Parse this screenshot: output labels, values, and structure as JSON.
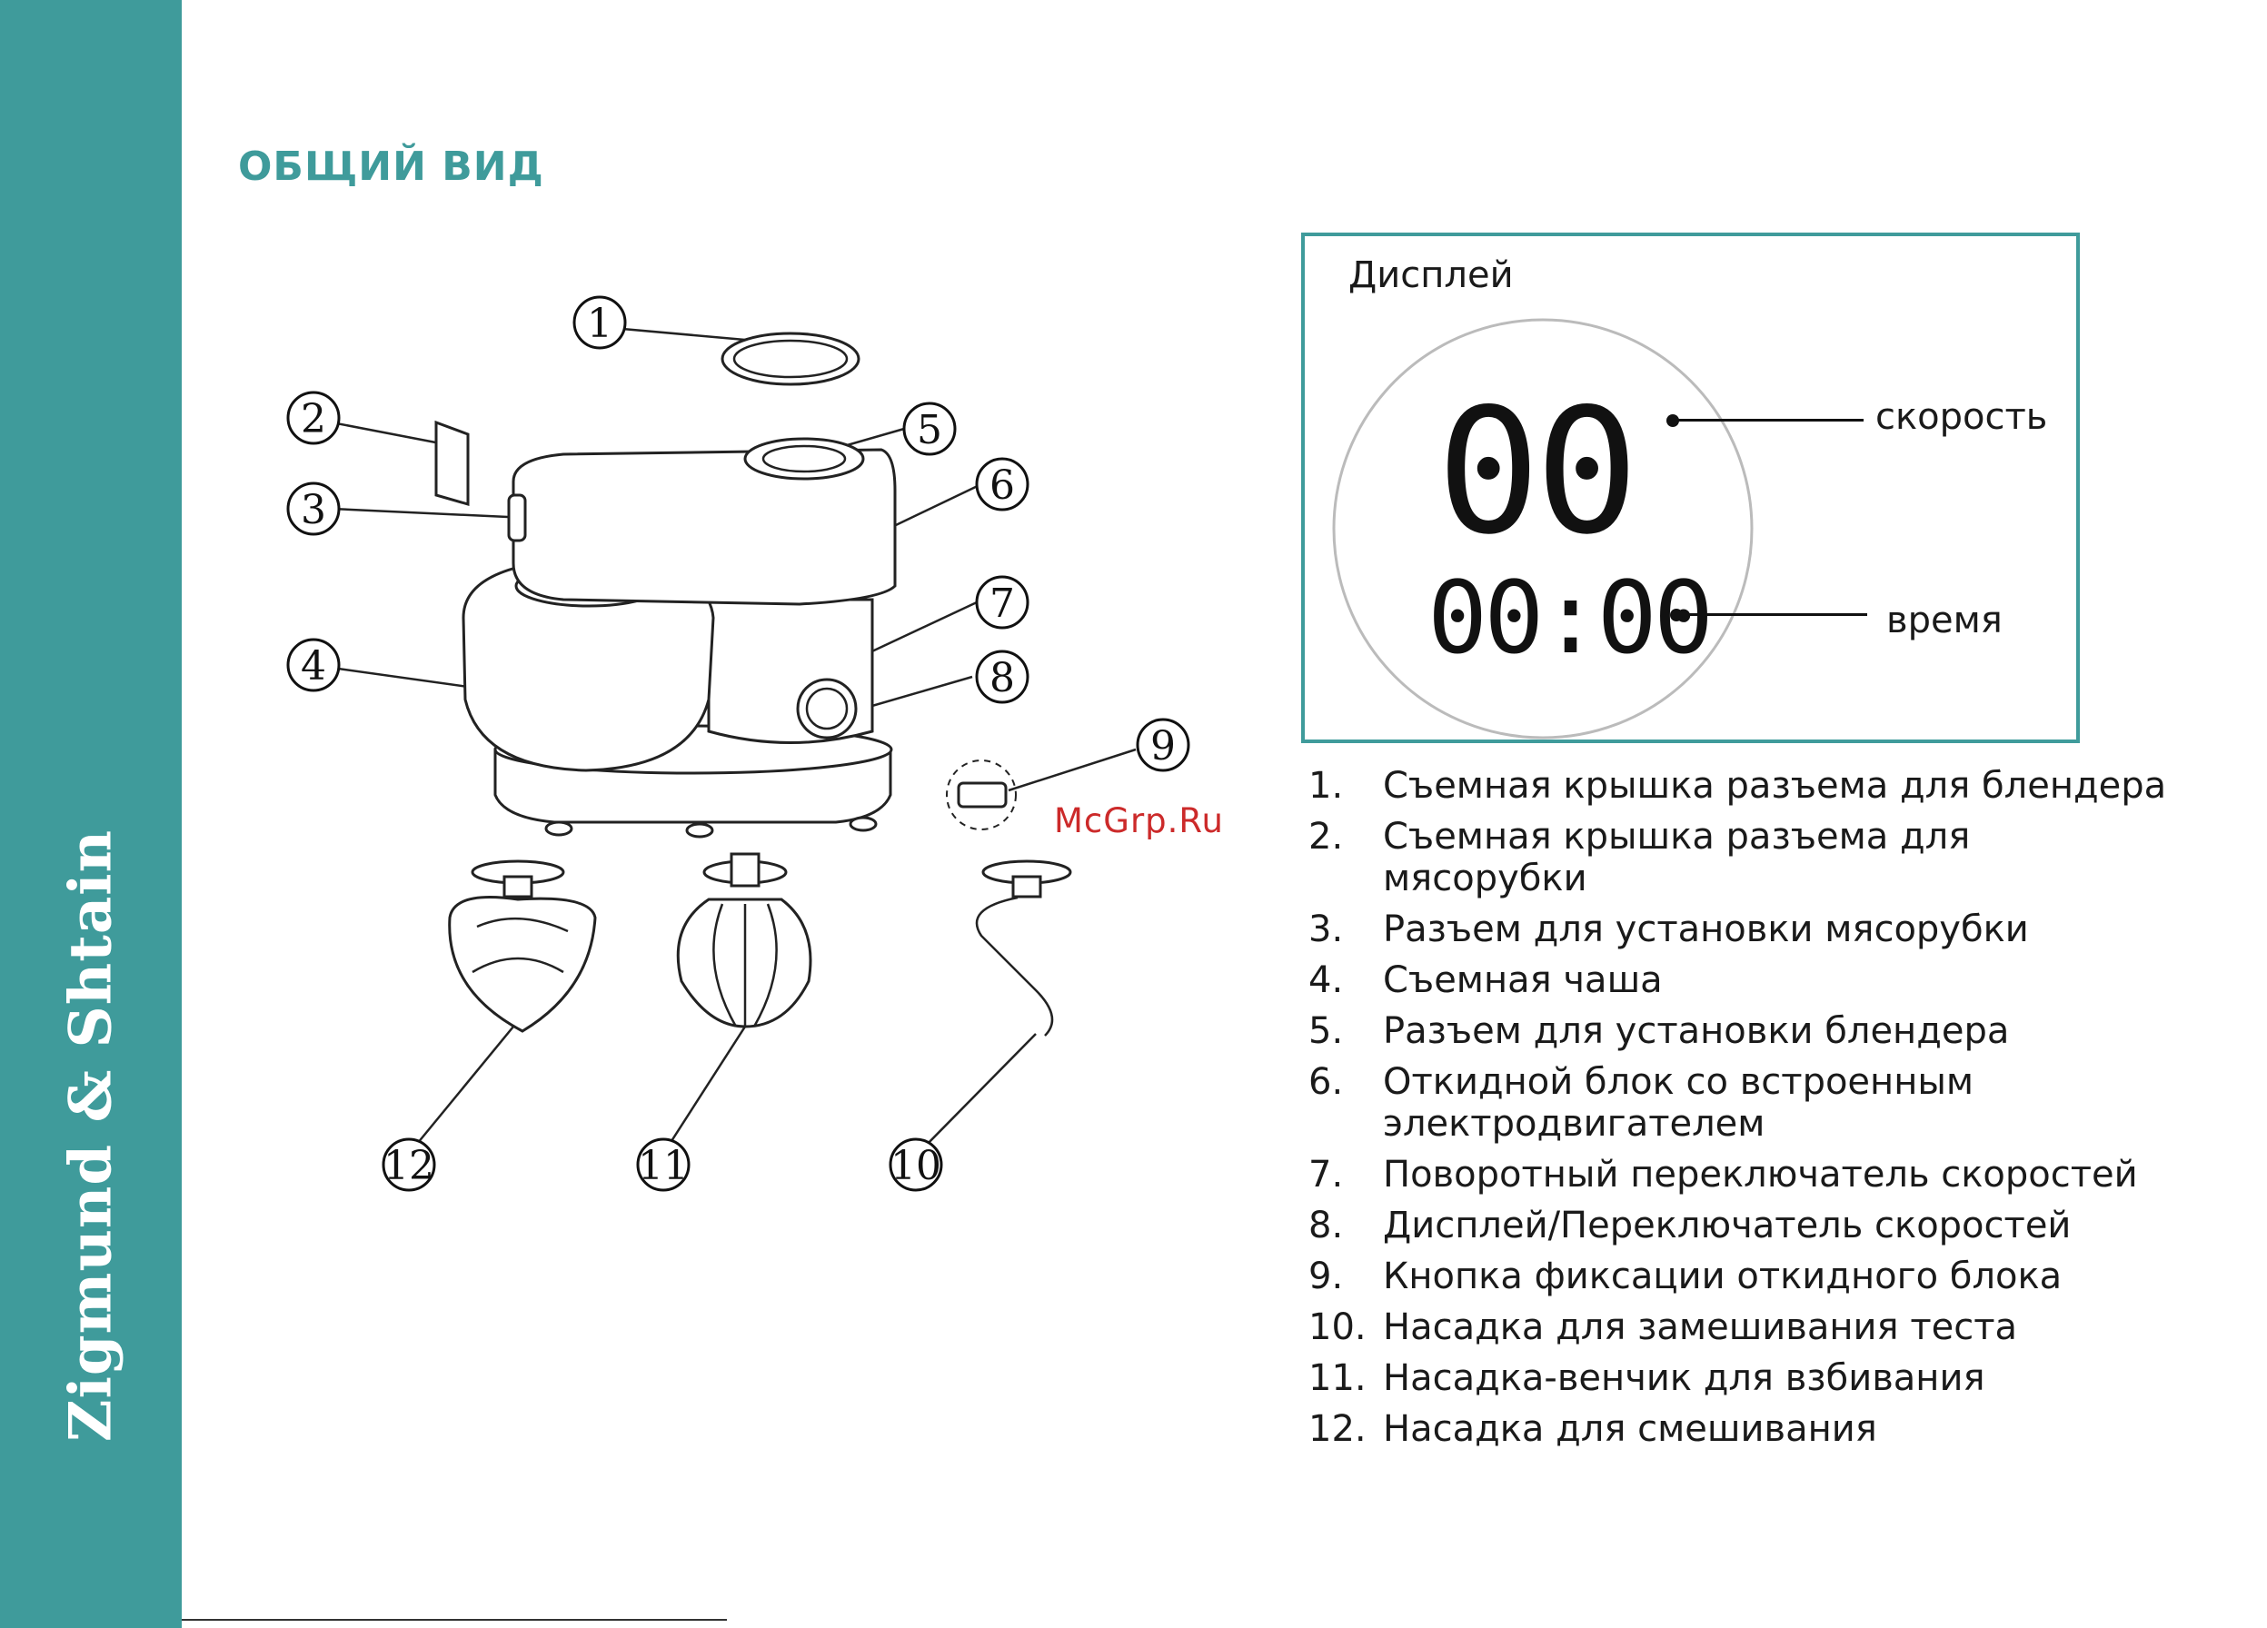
{
  "brand": "Zigmund & Shtain",
  "heading": "ОБЩИЙ ВИД",
  "display": {
    "label": "Дисплей",
    "speed_value": "00",
    "time_value": "00:00",
    "speed_label": "скорость",
    "time_label": "время"
  },
  "callouts": [
    "1",
    "2",
    "3",
    "4",
    "5",
    "6",
    "7",
    "8",
    "9",
    "10",
    "11",
    "12"
  ],
  "watermark": "McGrp.Ru",
  "parts": [
    {
      "num": "1.",
      "text": "Съемная крышка разъема для блендера"
    },
    {
      "num": "2.",
      "text": "Съемная крышка разъема для мясорубки"
    },
    {
      "num": "3.",
      "text": "Разъем для установки мясорубки"
    },
    {
      "num": "4.",
      "text": "Съемная чаша"
    },
    {
      "num": "5.",
      "text": "Разъем для установки блендера"
    },
    {
      "num": "6.",
      "text": "Откидной блок со встроенным электродвигателем"
    },
    {
      "num": "7.",
      "text": "Поворотный переключатель скоростей"
    },
    {
      "num": "8.",
      "text": "Дисплей/Переключатель скоростей"
    },
    {
      "num": "9.",
      "text": "Кнопка фиксации откидного блока"
    },
    {
      "num": "10.",
      "text": "Насадка для замешивания теста"
    },
    {
      "num": "11.",
      "text": "Насадка-венчик для взбивания"
    },
    {
      "num": "12.",
      "text": "Насадка для смешивания"
    }
  ]
}
